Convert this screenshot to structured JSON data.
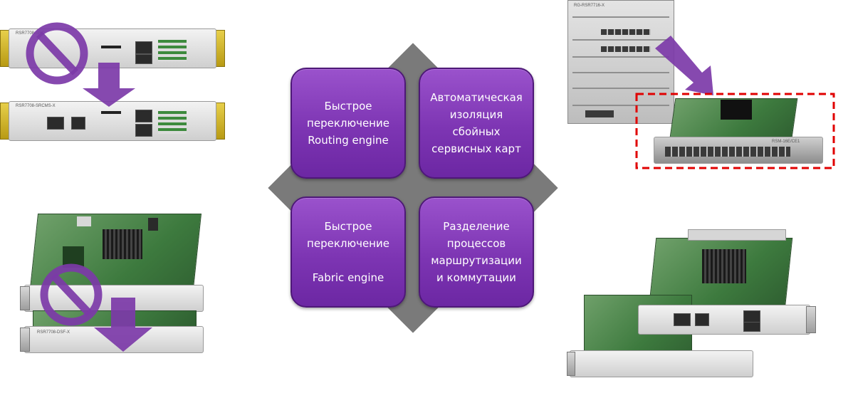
{
  "tiles": [
    {
      "id": "tl",
      "text": "Быстрое\nпереключение\nRouting engine"
    },
    {
      "id": "tr",
      "text": "Автоматическая\nизоляция\nсбойных\nсервисных карт"
    },
    {
      "id": "bl",
      "text": "Быстрое\nпереключение\n\nFabric engine"
    },
    {
      "id": "br",
      "text": "Разделение\nпроцессов\nмаршрутизации\nи коммутации"
    }
  ],
  "hardware_labels": {
    "card_top_a": "RSR7708-SRC",
    "card_top_b": "RSR7708-SRCMS-X",
    "card_fabric": "RSR7708-DSF-X",
    "chassis_model": "RG-RSR7716-X",
    "service_card": "RSM-16E/CE1"
  },
  "colors": {
    "tile": "#7d35b3",
    "diamond": "#7a7a7a",
    "arrow": "#7c3aa8",
    "highlight": "#e00000"
  },
  "icons": [
    "prohibited-icon",
    "down-arrow-icon",
    "diagonal-arrow-icon"
  ]
}
